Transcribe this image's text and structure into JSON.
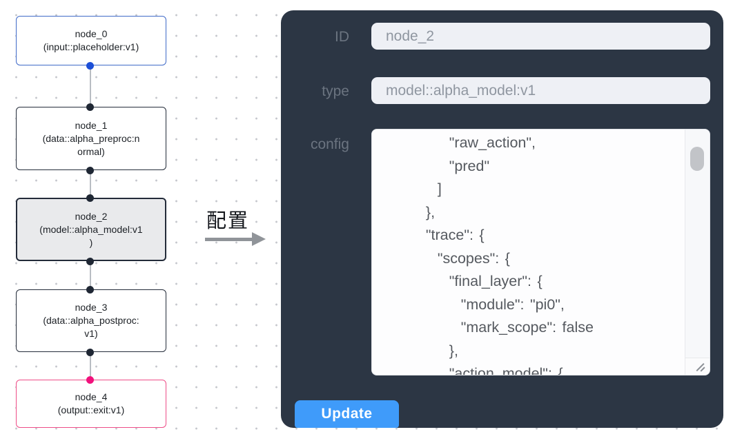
{
  "flow": {
    "nodes": [
      {
        "title": "node_0",
        "sub1": "(input::placeholder:v1)",
        "sub2": "",
        "border": "#3f6ac8",
        "bg": "#ffffff",
        "bottom_port": "#1c4fd7"
      },
      {
        "title": "node_1",
        "sub1": "(data::alpha_preproc:n",
        "sub2": "ormal)",
        "border": "#232b39",
        "bg": "#ffffff",
        "top_port": "#1f2734",
        "bottom_port": "#1f2734"
      },
      {
        "title": "node_2",
        "sub1": "(model::alpha_model:v1",
        "sub2": ")",
        "border": "#232b39",
        "bg": "#e9eaec",
        "top_port": "#1f2734",
        "bottom_port": "#1f2734"
      },
      {
        "title": "node_3",
        "sub1": "(data::alpha_postproc:",
        "sub2": "v1)",
        "border": "#232b39",
        "bg": "#ffffff",
        "top_port": "#1f2734",
        "bottom_port": "#1f2734"
      },
      {
        "title": "node_4",
        "sub1": "(output::exit:v1)",
        "sub2": "",
        "border": "#ee4c87",
        "bg": "#ffffff",
        "top_port": "#f1117c"
      }
    ]
  },
  "arrow": {
    "label": "配置",
    "color": "#909499"
  },
  "panel": {
    "bg": "#2c3644",
    "labels": {
      "id": "ID",
      "type": "type",
      "config": "config"
    },
    "values": {
      "id": "node_2",
      "type": "model::alpha_model:v1"
    },
    "config_text": "        \"raw_action\",\n        \"pred\"\n      ]\n    },\n    \"trace\": {\n      \"scopes\": {\n        \"final_layer\": {\n          \"module\": \"pi0\",\n          \"mark_scope\": false\n        },\n        \"action_model\": {",
    "button": "Update",
    "button_color": "#3f9bfa"
  }
}
